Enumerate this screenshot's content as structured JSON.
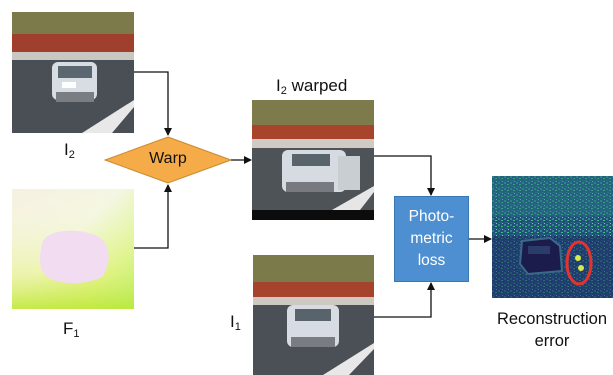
{
  "labels": {
    "i2": {
      "main": "I",
      "sub": "2"
    },
    "f1": {
      "main": "F",
      "sub": "1"
    },
    "i2_warped": {
      "main": "I",
      "sub": "2",
      "suffix": " warped"
    },
    "i1": {
      "main": "I",
      "sub": "1"
    },
    "warp": "Warp",
    "loss_line1": "Photo-",
    "loss_line2": "metric",
    "loss_line3": "loss",
    "error_line1": "Reconstruction",
    "error_line2": "error"
  },
  "colors": {
    "warp_fill": "#f5ac48",
    "loss_fill": "#4d8fd0",
    "arrow": "#111111",
    "ellipse": "#e4322f",
    "error_dark": "#1f1e5a",
    "error_bright": "#3fc07a"
  }
}
